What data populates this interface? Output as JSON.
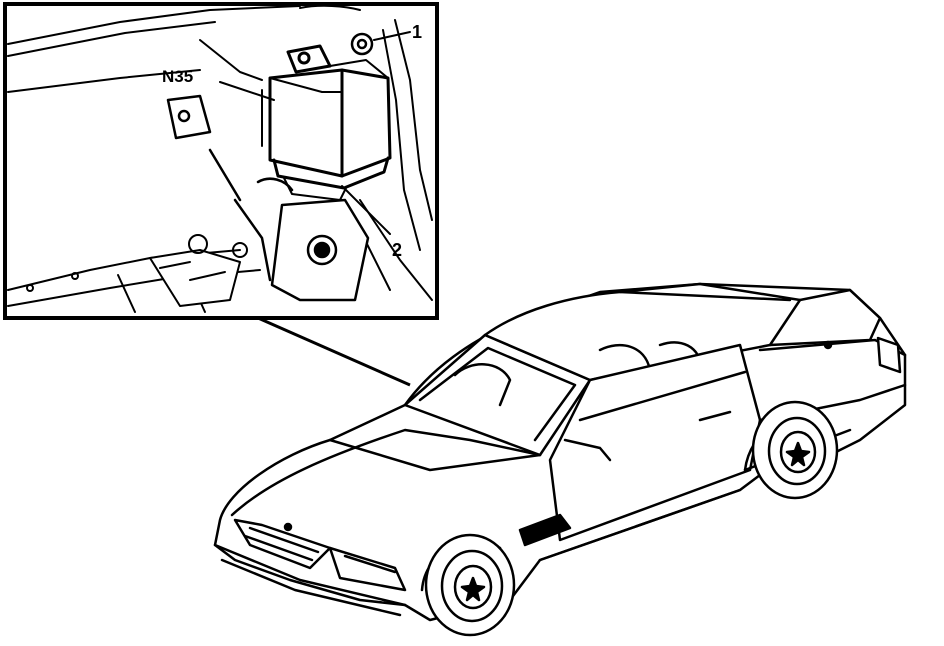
{
  "diagram": {
    "component_code": "N35",
    "callouts": [
      "1",
      "2"
    ],
    "colors": {
      "ink": "#000000",
      "paper": "#ffffff"
    }
  }
}
